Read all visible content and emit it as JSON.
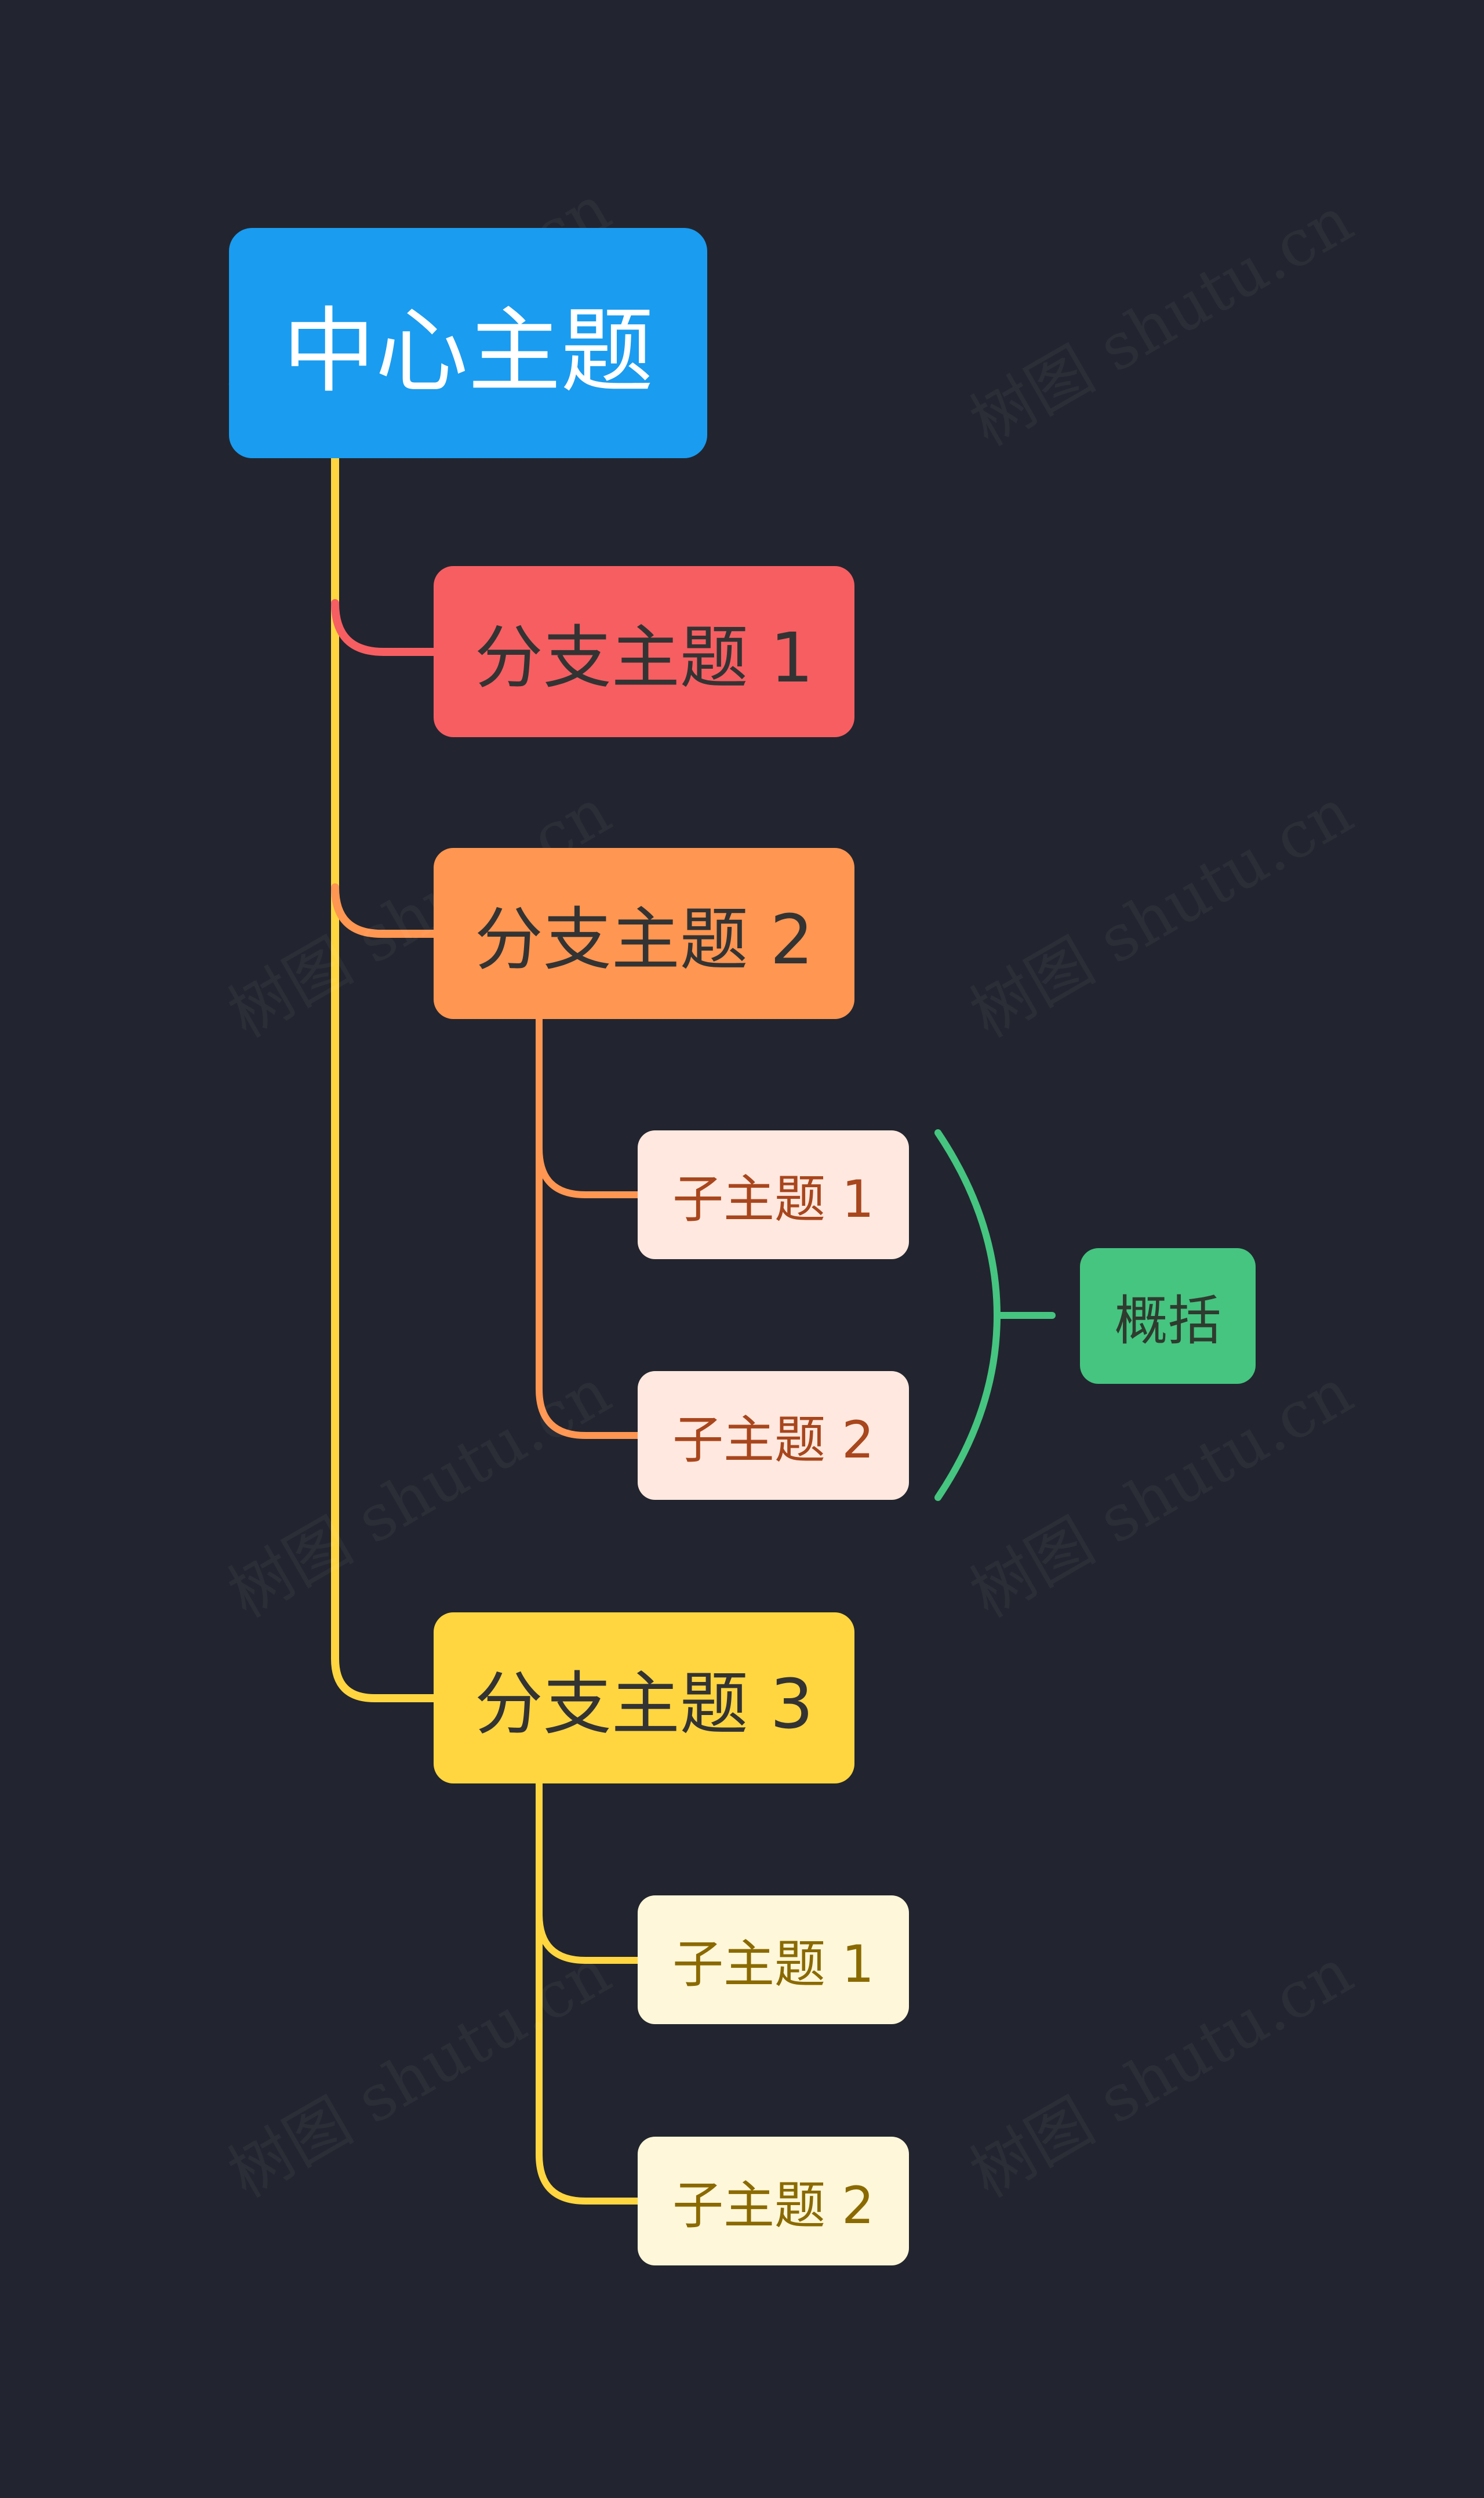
{
  "central": {
    "label": "中心主题",
    "color": "#1a9cf0"
  },
  "branches": [
    {
      "label": "分支主题 1",
      "color": "#f65e62"
    },
    {
      "label": "分支主题 2",
      "color": "#ff9651",
      "children": [
        "子主题 1",
        "子主题 2"
      ]
    },
    {
      "label": "分支主题 3",
      "color": "#ffd640",
      "children": [
        "子主题 1",
        "子主题 2"
      ]
    }
  ],
  "summary": {
    "label": "概括",
    "color": "#45c580"
  },
  "watermark": "树图 shutu.cn",
  "colors": {
    "background": "#22252f",
    "trunk_line": "#ffd640",
    "orange_sub_bg": "#ffe8df",
    "yellow_sub_bg": "#fff7d9"
  }
}
